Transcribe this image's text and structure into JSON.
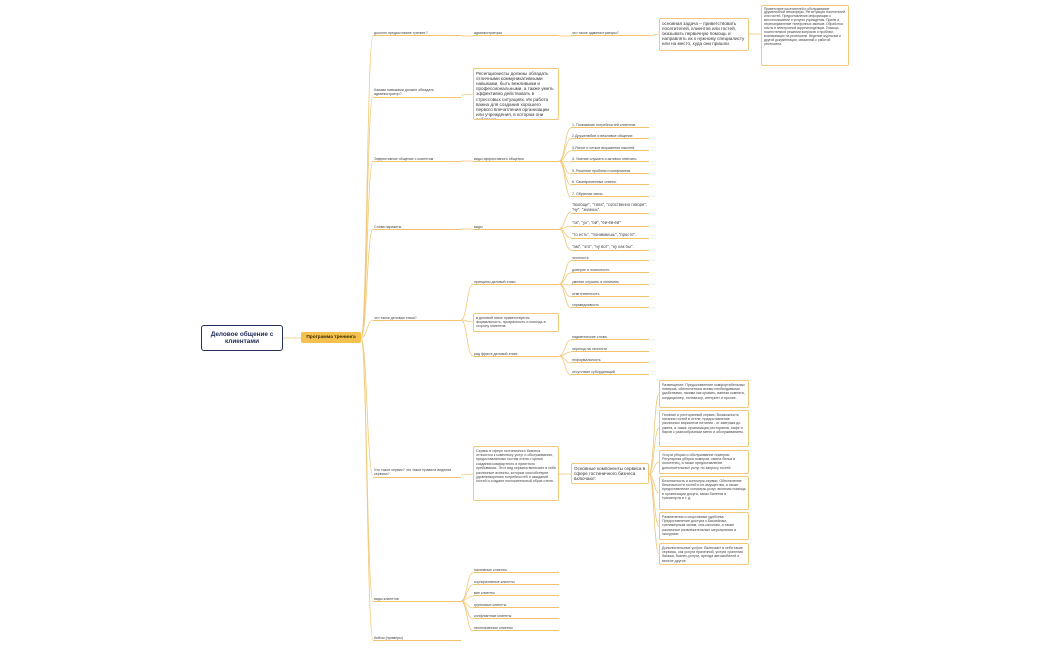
{
  "mindmap": {
    "root": "Деловое общение с клиентами",
    "main": "Программа тренинга",
    "branches": {
      "b1": "доколго предыстовине тренинг?",
      "b2": "Какими навыками должен обладать администратор?",
      "b3": "Эффективное общение с клиентом",
      "b4": "Слова паразиты",
      "b5": "что такое деловая этика?",
      "b6": "Что такое сервис? что такое правила ведения сервиса?",
      "b7": "виды клиентов",
      "b8": "Кейсы (примеры)"
    },
    "sub": {
      "admin": "администраторы",
      "whoadmin": "что такое администраторы?",
      "admin_task": "основная задача – приветствовать посетителей, клиентов или гостей, оказывать первичную помощь и направлять их к нужному специалисту или на место, куда они пришли.",
      "admin_duties": "Приветствие посетителей и обслуживание дружелюбной атмосферы. Регистрация посетителей или гостей. Предоставление информации о местоположении и услугах учреждения. Прием и перенаправление телефонных звонков. Обработка почты и электронной корреспонденции. Помощь посетителям в решении вопросов и проблем, возникающих на ресепшене. Ведение журналов и другой документации, связанной с работой ресепшена.",
      "skills": "Ресепционисты должны обладать отличными коммуникативными навыками, быть вежливыми и профессиональными, а также уметь эффективно действовать в стрессовых ситуациях. Их работа важна для создания хорошего первого впечатления организации или учреждения, в котором они работают.",
      "ways": "виды эффективного общения",
      "ways_list": [
        "1. Понимание потребностей клиентов.",
        "2.Дружелюбие и вежливое общение.",
        "3.Ясное и четкое выражение мыслей.",
        "4. Умение слушать и активно отвечать.",
        "5. Решение проблем и конфликтов.",
        "6. Своевременные ответы.",
        "7. Обратная связь."
      ],
      "kinds": "виды",
      "parasite_list": [
        "\"вообще\", \"типа\", \"собственно говоря\", \"ну\", \"знаешь\".",
        "\"ок\", \"ух\", \"ой\", \"ёй-ёй-ёй\"",
        "\"то есть\", \"понимаешь\", \"просто\".",
        "\"ам\", \"это\", \"ну вот\", \"ну как бы\"."
      ],
      "principles": "принципы деловой этики",
      "principles_list": [
        "честность",
        "доверие и лояльность",
        "умение слушать и понимать",
        "ответственность",
        "справедливость"
      ],
      "ethics_desc": "в деловой этике приветствуется формальность, прозрачность и помощь в сторону клиентов.",
      "violations": "ряд фраз в деловой этике",
      "violations_list": [
        "надменческие слова",
        "переход на личности",
        "неформальность",
        "отсутствие субординаций"
      ],
      "service_desc": "Сервис в сфере гостиничного бизнеса относится к комплексу услуг и обслуживанию, предоставляемых гостям отеля с целью создания комфортного и приятного пребывания. Этот вид сервиса включает в себя различные аспекты, которые способствуют удовлетворению потребностей и ожиданий гостей и создают положительный образ отеля.",
      "service_main": "Основные компоненты сервиса в сфере гостиничного бизнеса включают:",
      "service_list": [
        "Размещение: Предоставление комфортабельных номеров, обеспеченных всеми необходимыми удобствами, такими как кровать, ванная комната, кондиционер, телевизор, интернет и прочее.",
        "Питание и ресторанный сервис: Возможность питания гостей в отеле, предоставление различных вариантов питания - от завтрака до ужина, а также организация ресторанов, кафе и баров с разнообразным меню и обслуживанием.",
        "Услуги уборки и обслуживание номеров: Регулярная уборка номеров, смена белья и полотенец, а также предоставление дополнительных услуг по запросу гостей.",
        "Безопасность и консьерж-сервис: Обеспечение безопасности гостей и их имущества, а также предоставление консьерж-услуг, включая помощь в организации досуга, заказ билетов и транспорта и т. д.",
        "Развлечения и спортивные удобства: Предоставление доступа к бассейнам, тренажерным залам, спа-салонам, а также различные развлекательные мероприятия и экскурсии.",
        "Дополнительные услуги: Включают в себя такие сервисы, как услуги прачечной, услуги хранения багажа, бизнес-услуги, аренда автомобилей и многое другое."
      ],
      "clients_list": [
        "пассивные клиенты",
        "корпоративные клиенты",
        "вип клиенты",
        "групповые клиенты",
        "конфликтные клиенты",
        "неопознанные клиенты"
      ]
    }
  },
  "colors": {
    "link": "#f2c879",
    "accent": "#f5c14e",
    "root_border": "#23305e"
  }
}
